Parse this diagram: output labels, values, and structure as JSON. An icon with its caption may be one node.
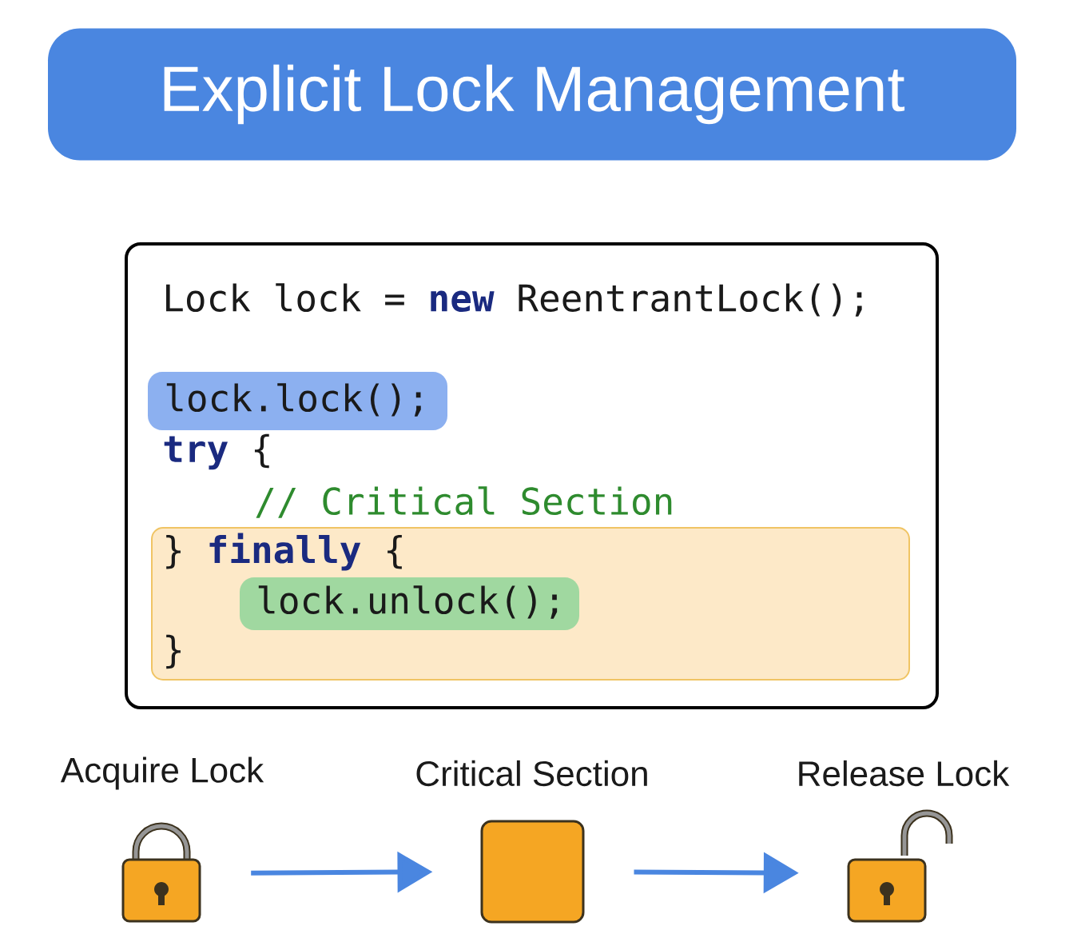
{
  "diagram": {
    "title": "Explicit Lock Management",
    "nodes": [
      {
        "text": [
          "Lock lock = **new** ReentrantLock();",
          "**try** {",
          "// Critical Section"
        ]
      },
      {
        "text": [
          "lock.lock();"
        ],
        "in": 0
      },
      {
        "text": [
          "} **finally** {",
          "}"
        ],
        "in": 0
      },
      {
        "text": [
          "lock.unlock();"
        ],
        "in": 2
      },
      {
        "text": [
          "Acquire Lock"
        ]
      },
      {
        "text": [
          "Critical Section"
        ]
      },
      {
        "text": [
          "Release Lock"
        ]
      }
    ],
    "edges": [
      {
        "from": 4,
        "to": 5,
        "arrow": "to",
        "color": "#4a86e0"
      },
      {
        "from": 5,
        "to": 6,
        "arrow": "to",
        "color": "#4a86e0"
      }
    ]
  }
}
